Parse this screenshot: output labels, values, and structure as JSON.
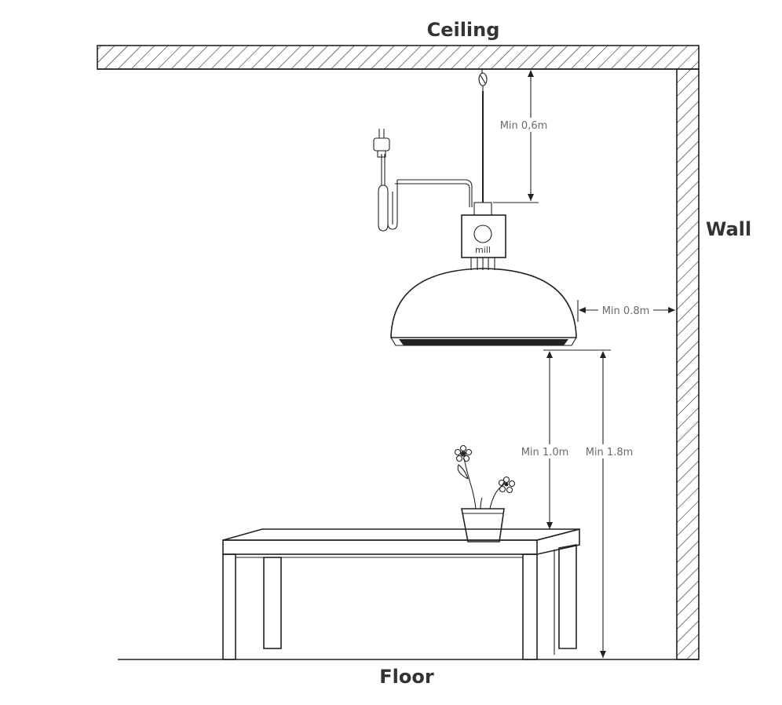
{
  "labels": {
    "ceiling": "Ceiling",
    "wall": "Wall",
    "floor": "Floor"
  },
  "dimensions": {
    "ceiling_clearance": "Min 0,6m",
    "wall_clearance": "Min 0.8m",
    "table_clearance": "Min 1.0m",
    "floor_clearance": "Min 1.8m"
  },
  "heater": {
    "brand": "mill"
  },
  "colors": {
    "line": "#222222",
    "label": "#333333",
    "dimension_text": "#6b6b6b"
  }
}
